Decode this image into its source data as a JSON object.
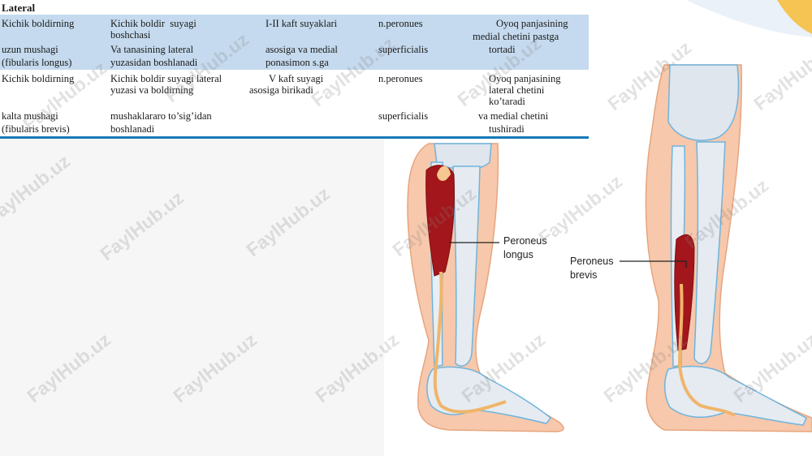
{
  "section_heading": "Lateral",
  "rows": [
    {
      "a": [
        "Kichik boldirning",
        "",
        "uzun mushagi",
        "(fibularis longus)"
      ],
      "b": [
        "Kichik boldir  suyagi",
        "boshchasi",
        "Va tanasining lateral",
        "yuzasidan boshlanadi"
      ],
      "c": [
        "I-II kaft suyaklari",
        "",
        "asosiga va medial",
        "ponasimon s.ga"
      ],
      "d": [
        "n.peronues",
        "",
        "superficialis"
      ],
      "e": [
        "Oyoq panjasining",
        "medial chetini pastga",
        "tortadi"
      ]
    },
    {
      "a": [
        "Kichik boldirning",
        "",
        "",
        "kalta mushagi",
        "(fibularis brevis)"
      ],
      "b": [
        "Kichik boldir suyagi lateral",
        "yuzasi va boldirning",
        "",
        "mushaklararo to’sig’idan",
        "boshlanadi"
      ],
      "c": [
        "V kaft suyagi",
        "asosiga birikadi"
      ],
      "d": [
        "n.peronues",
        "",
        "",
        "superficialis"
      ],
      "e": [
        "Oyoq panjasining",
        "lateral chetini",
        "ko’taradi",
        "va medial chetini",
        "tushiradi"
      ]
    }
  ],
  "figure": {
    "label_longus": [
      "Peroneus",
      "longus"
    ],
    "label_brevis": [
      "Peroneus",
      "brevis"
    ]
  },
  "watermark_text": "FaylHub.uz",
  "colors": {
    "band": "#c5daee",
    "rule": "#1679b8",
    "muscle": "#a3161b",
    "skin": "#f7c8ab",
    "bone": "#dfe6ee"
  }
}
